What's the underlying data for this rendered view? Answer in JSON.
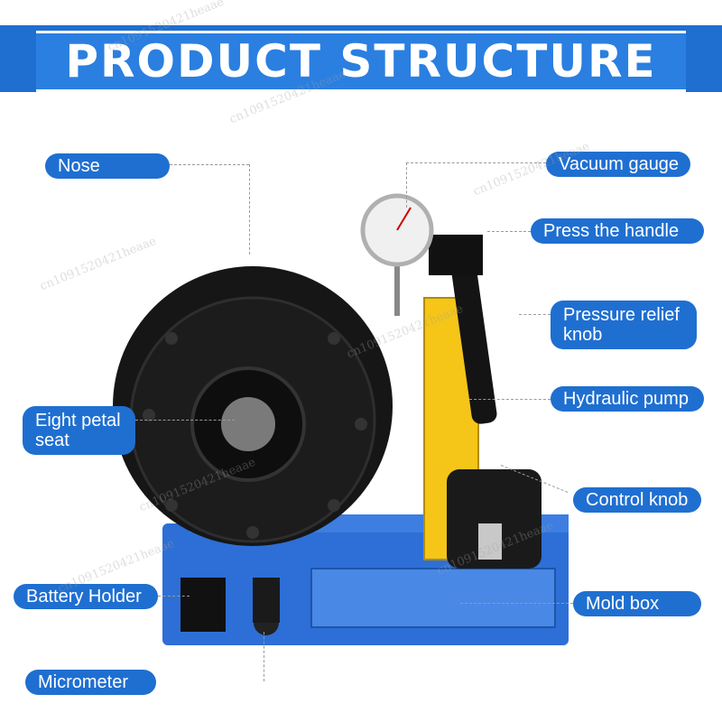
{
  "banner": {
    "title": "PRODUCT STRUCTURE"
  },
  "labels": {
    "nose": "Nose",
    "vacuum_gauge": "Vacuum gauge",
    "press_handle": "Press the handle",
    "pressure_relief": "Pressure relief knob",
    "hydraulic_pump": "Hydraulic pump",
    "eight_petal": "Eight petal seat",
    "control_knob": "Control knob",
    "battery_holder": "Battery Holder",
    "mold_box": "Mold box",
    "micrometer": "Micrometer"
  },
  "watermark": "cn1091520421heaae",
  "colors": {
    "banner": "#1f6fd1",
    "label_bg": "#1f6fd1",
    "machine_base": "#2d6fd6",
    "pump_yellow": "#f5c518",
    "head_black": "#161616"
  }
}
